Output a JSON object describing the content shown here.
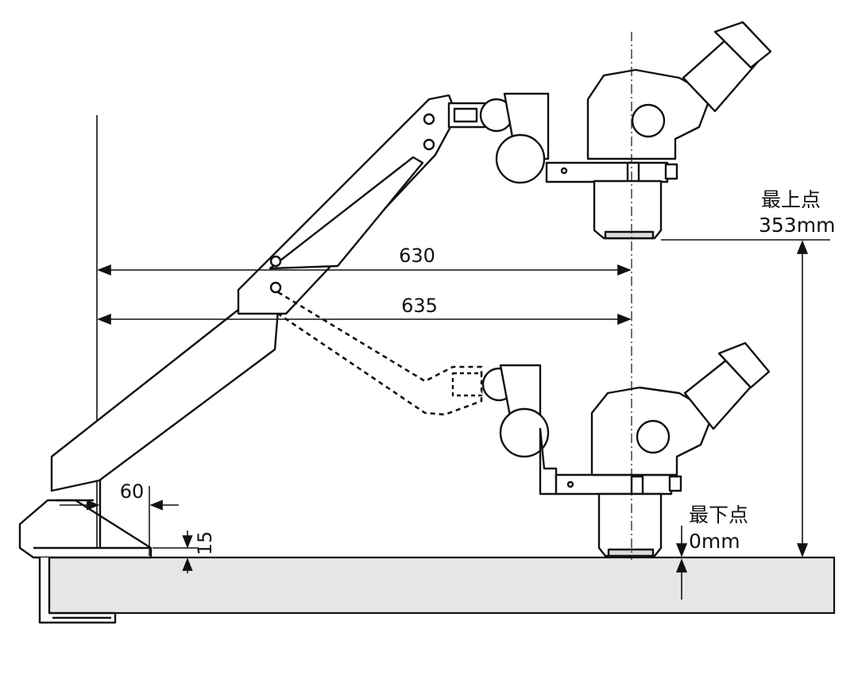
{
  "dimensions": {
    "reach_upper": "630",
    "reach_lower": "635",
    "base_overhang": "60",
    "clamp_gap": "15"
  },
  "height_labels": {
    "top_point_title": "最上点",
    "top_point_value": "353mm",
    "bottom_point_title": "最下点",
    "bottom_point_value": "0mm"
  },
  "colors": {
    "line": "#111111",
    "desk_fill": "#e6e6e6"
  }
}
